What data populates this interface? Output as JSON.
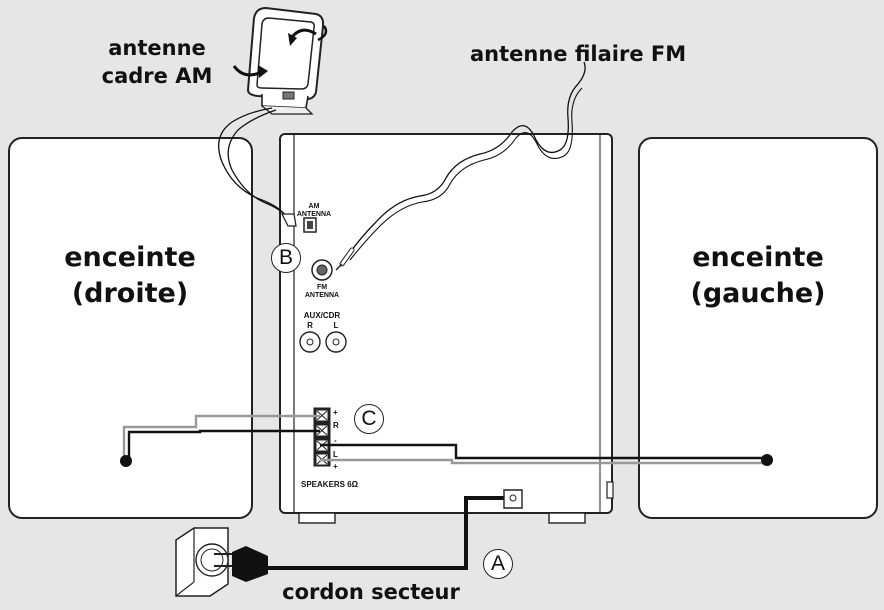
{
  "labels": {
    "am_antenna_line1": "antenne",
    "am_antenna_line2": "cadre AM",
    "fm_wire_antenna": "antenne filaire FM",
    "speaker_right_line1": "enceinte",
    "speaker_right_line2": "(droite)",
    "speaker_left_line1": "enceinte",
    "speaker_left_line2": "(gauche)",
    "power_cord": "cordon secteur"
  },
  "callouts": {
    "a": "A",
    "b": "B",
    "c": "C"
  },
  "rear_panel": {
    "am_antenna_line1": "AM",
    "am_antenna_line2": "ANTENNA",
    "fm_antenna_line1": "FM",
    "fm_antenna_line2": "ANTENNA",
    "aux_cdr": "AUX/CDR",
    "aux_r": "R",
    "aux_l": "L",
    "terminal_plus_top": "+",
    "terminal_r": "R",
    "terminal_minus": "-",
    "terminal_l": "L",
    "terminal_plus_bottom": "+",
    "speakers": "SPEAKERS 6Ω"
  }
}
